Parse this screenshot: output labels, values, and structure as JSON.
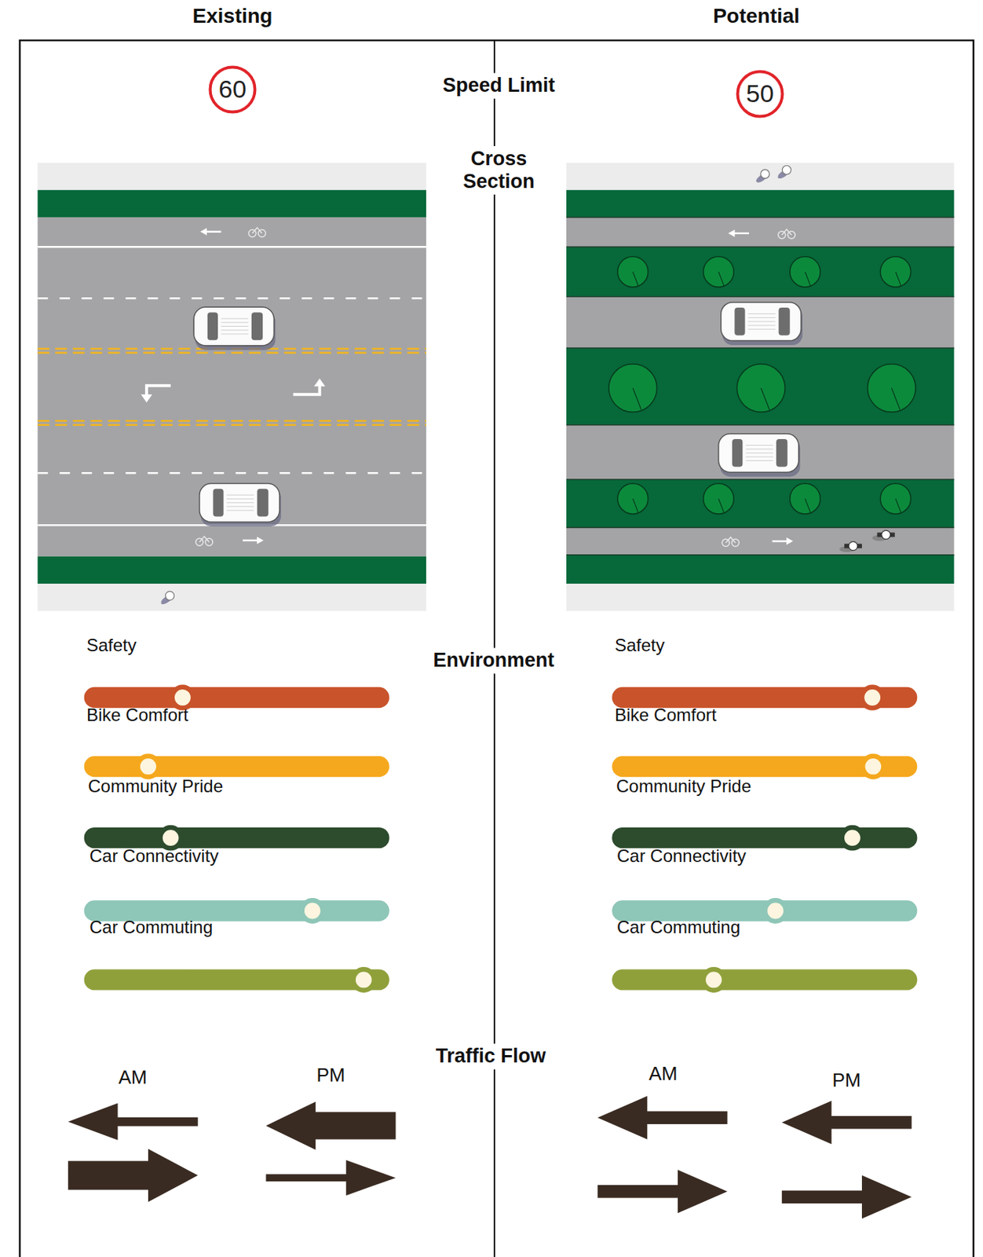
{
  "diagram": {
    "nodes": [
      {
        "text": [
          "Existing"
        ]
      },
      {
        "text": [
          "Potential"
        ]
      },
      {
        "text": [
          "60"
        ],
        "in": 0
      },
      {
        "text": [
          "50"
        ],
        "in": 1
      }
    ],
    "labels": [
      "Speed Limit",
      "Cross Section",
      "Environment",
      "Safety",
      "Bike Comfort",
      "Community Pride",
      "Car Connectivity",
      "Car Commuting",
      "Safety",
      "Bike Comfort",
      "Community Pride",
      "Car Connectivity",
      "Car Commuting",
      "Traffic Flow",
      "AM",
      "PM",
      "AM",
      "PM"
    ]
  }
}
